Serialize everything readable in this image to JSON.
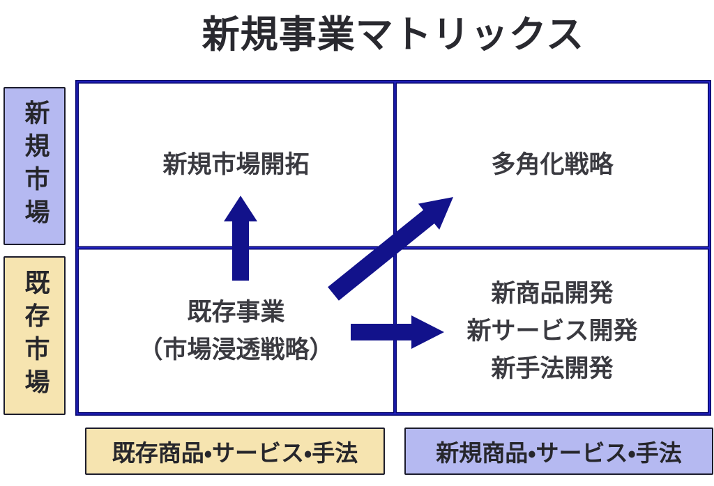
{
  "title": "新規事業マトリックス",
  "colors": {
    "arrow_navy": "#12128b",
    "grid_dark": "#05056a",
    "grid_bright": "#2626cf",
    "lavender": "#b5b9f1",
    "cream": "#f6e4b0",
    "box_border": "#1b1b2b",
    "box_text": "#26262b",
    "title_text": "#29292f",
    "cell_text": "#3a3a40"
  },
  "row_labels": [
    {
      "label": "新規市場"
    },
    {
      "label": "既存市場"
    }
  ],
  "column_labels": [
    {
      "label": "既存商品・サービス・手法"
    },
    {
      "label": "新規商品・サービス・手法"
    }
  ],
  "quadrants": {
    "top_left": {
      "lines": [
        "新規市場開拓"
      ]
    },
    "top_right": {
      "lines": [
        "多角化戦略"
      ]
    },
    "bottom_left": {
      "lines": [
        "既存事業",
        "（市場浸透戦略）"
      ]
    },
    "bottom_right": {
      "lines": [
        "新商品開発",
        "新サービス開発",
        "新手法開発"
      ]
    }
  },
  "arrows": [
    {
      "name": "up-arrow",
      "direction": "up"
    },
    {
      "name": "diagonal-arrow",
      "direction": "up-right"
    },
    {
      "name": "right-arrow",
      "direction": "right"
    }
  ]
}
